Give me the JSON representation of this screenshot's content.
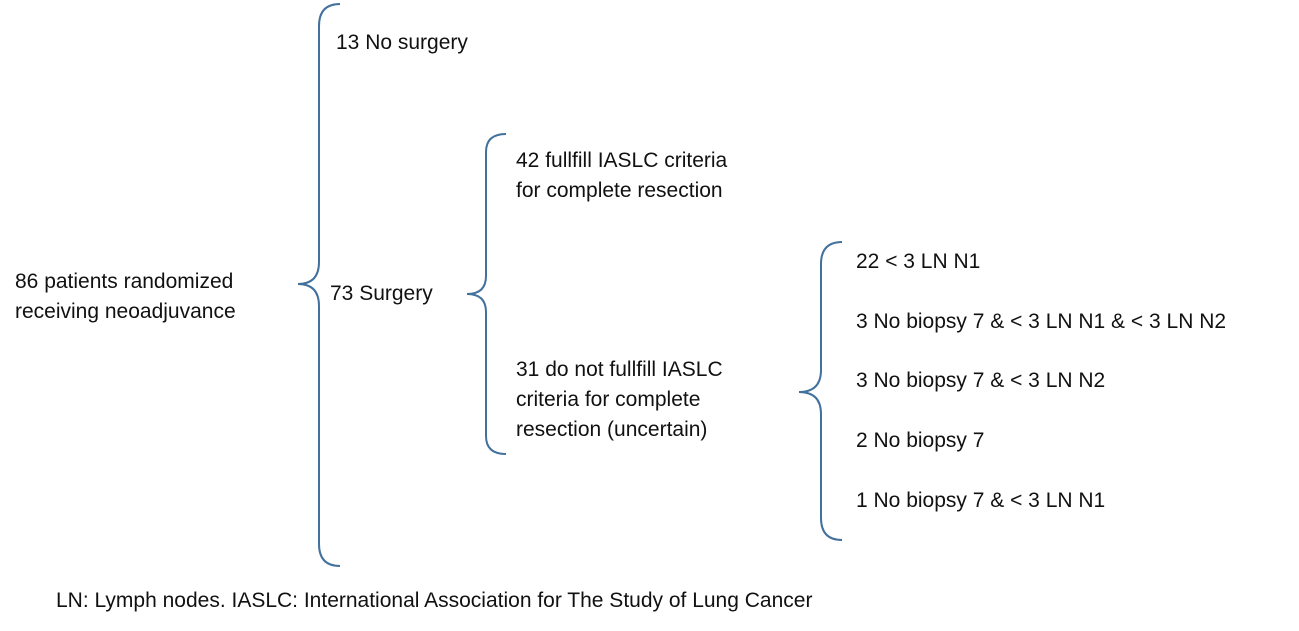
{
  "root": {
    "line1": "86 patients randomized",
    "line2": "receiving neoadjuvance"
  },
  "level1": {
    "no_surgery": "13 No surgery",
    "surgery": "73 Surgery"
  },
  "level2": {
    "fulfill_line1": "42 fullfill IASLC criteria",
    "fulfill_line2": "for complete resection",
    "not_fulfill_line1": "31 do not fullfill IASLC",
    "not_fulfill_line2": "criteria for complete",
    "not_fulfill_line3": "resection (uncertain)"
  },
  "level3": {
    "items": [
      "22 < 3 LN N1",
      "3 No biopsy 7 & < 3 LN N1 & < 3 LN N2",
      "3 No biopsy 7 & < 3 LN N2",
      "2 No biopsy 7",
      "1 No biopsy 7 & < 3 LN N1"
    ]
  },
  "footnote": "LN: Lymph nodes. IASLC: International Association for The Study of Lung Cancer",
  "colors": {
    "brace": "#41719c",
    "text": "#111111"
  }
}
